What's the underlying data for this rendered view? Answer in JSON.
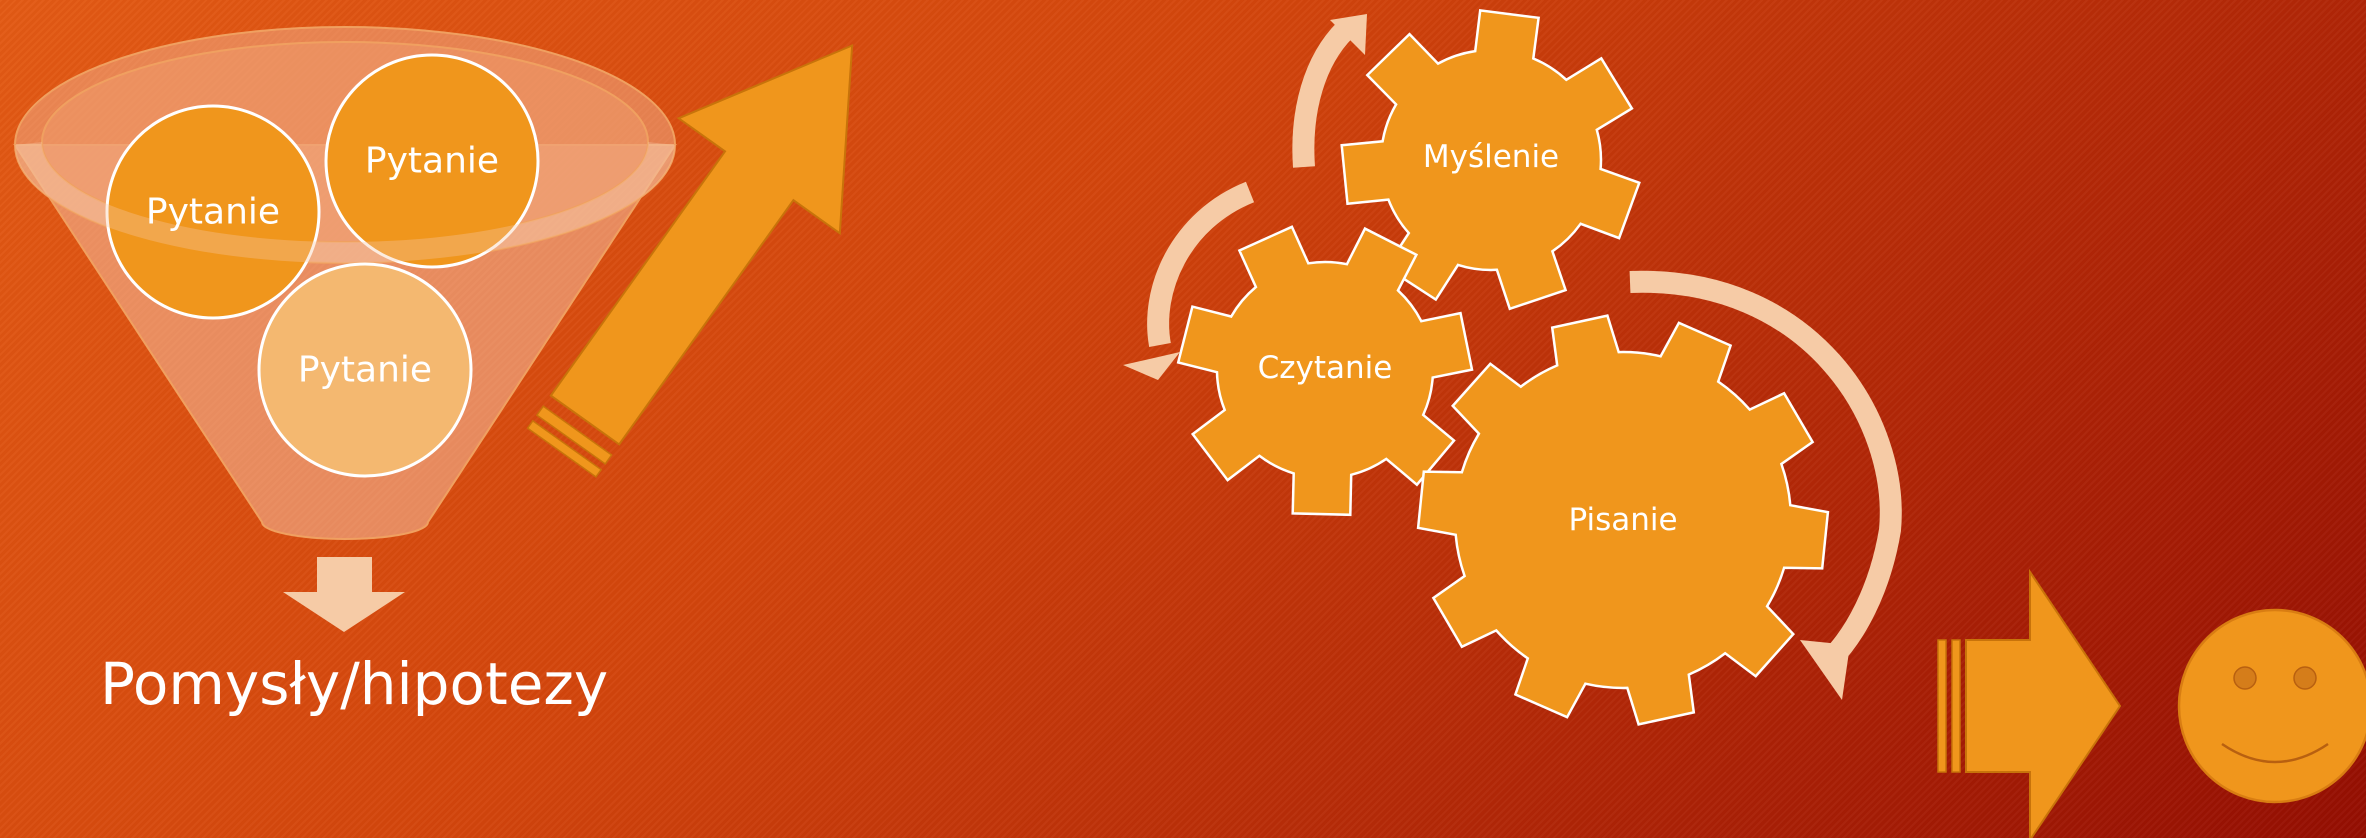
{
  "funnel": {
    "circles": [
      "Pytanie",
      "Pytanie",
      "Pytanie"
    ],
    "caption": "Pomysły/hipotezy"
  },
  "cycle": {
    "gears": [
      "Myślenie",
      "Czytanie",
      "Pisanie"
    ]
  },
  "colors": {
    "background_start": "#e35a14",
    "background_end": "#950e02",
    "accent_orange": "#f0961c",
    "pale_peach": "#f6cba6",
    "light_circle": "#f4b870",
    "text": "#ffffff"
  },
  "icons": {
    "down_arrow": "block-arrow-down-icon",
    "big_arrow": "striped-arrow-up-right-icon",
    "right_arrow": "striped-arrow-right-icon",
    "smiley": "smiley-face-icon"
  }
}
